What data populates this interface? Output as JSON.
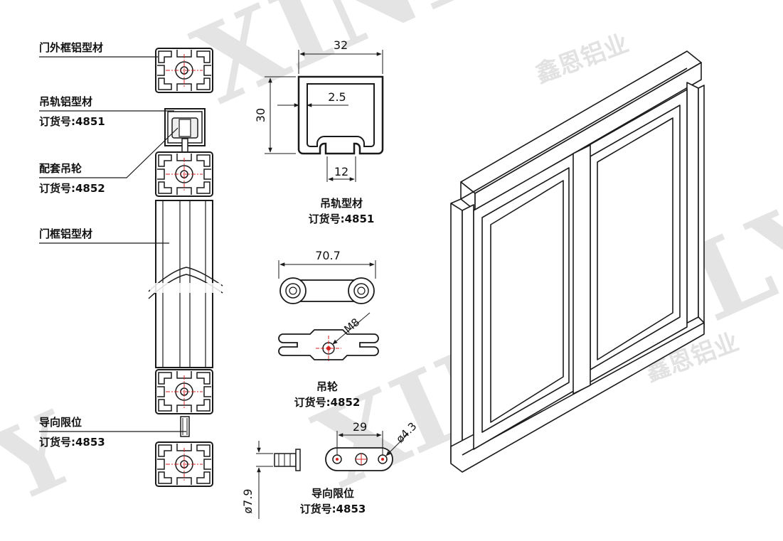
{
  "watermark": {
    "brand": "XINENLY",
    "cn": "鑫恩铝业"
  },
  "callouts": {
    "outer_frame": "门外框铝型材",
    "rail_title": "吊轨铝型材",
    "rail_order": "订货号:4851",
    "wheel_title": "配套吊轮",
    "wheel_order": "订货号:4852",
    "door_frame": "门框铝型材",
    "guide_title": "导向限位",
    "guide_order": "订货号:4853"
  },
  "rail_section": {
    "width": "32",
    "height": "30",
    "wall": "2.5",
    "slot": "12",
    "caption_title": "吊轨型材",
    "caption_order": "订货号:4851"
  },
  "wheel_part": {
    "length": "70.7",
    "thread": "M8",
    "caption_title": "吊轮",
    "caption_order": "订货号:4852"
  },
  "guide_part": {
    "spacing": "29",
    "hole": "ø4.3",
    "dia": "ø7.9",
    "caption_title": "导向限位",
    "caption_order": "订货号:4853"
  },
  "colors": {
    "line": "#1a1a1a",
    "centerline": "#d42020",
    "watermark": "#e4e4e4"
  }
}
